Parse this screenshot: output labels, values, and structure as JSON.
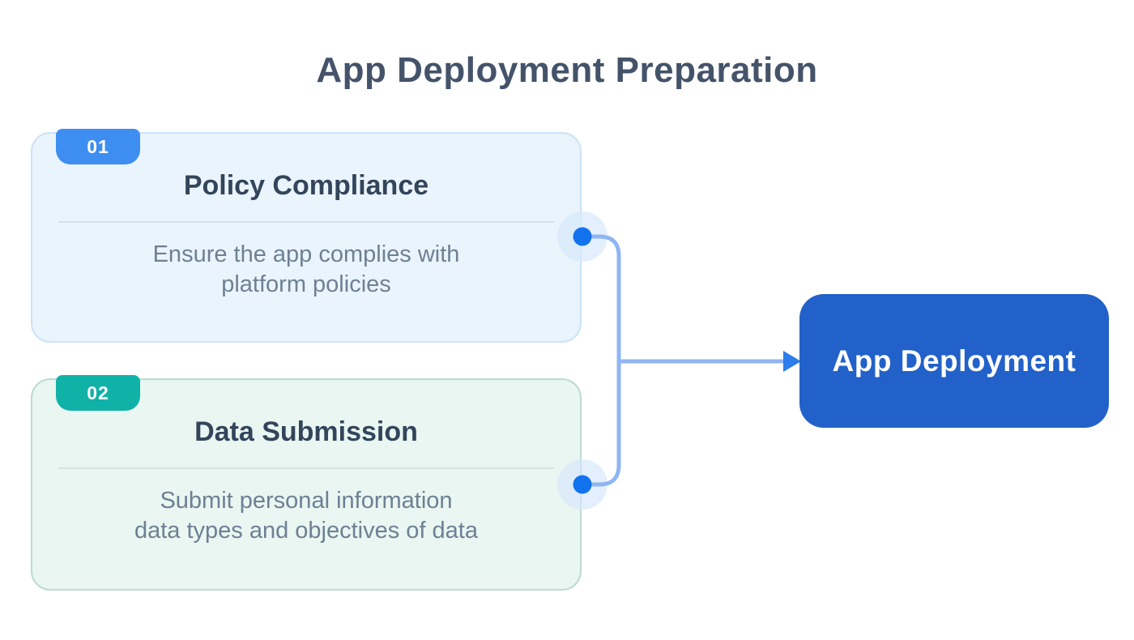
{
  "page": {
    "title": "App Deployment Preparation",
    "background_color": "#ffffff",
    "title_color": "#44536a"
  },
  "steps": [
    {
      "number": "01",
      "title": "Policy Compliance",
      "description_line1": "Ensure the app complies with",
      "description_line2": "platform policies",
      "badge_color": "#3e8ef1",
      "card_background": "#eaf4fc",
      "card_border_color": "#cde3f6"
    },
    {
      "number": "02",
      "title": "Data Submission",
      "description_line1": "Submit personal information",
      "description_line2": "data types and objectives of data",
      "badge_color": "#10b1a7",
      "card_background": "#e9f6f1",
      "card_border_color": "#bcdbd3"
    }
  ],
  "result": {
    "label": "App Deployment",
    "background_color": "#2261c9",
    "text_color": "#ffffff"
  },
  "connector": {
    "line_color": "#8fb5f3",
    "dot_color": "#1372ee",
    "dot_halo_color": "#d7e8fb",
    "arrow_color": "#2c7ceb"
  }
}
